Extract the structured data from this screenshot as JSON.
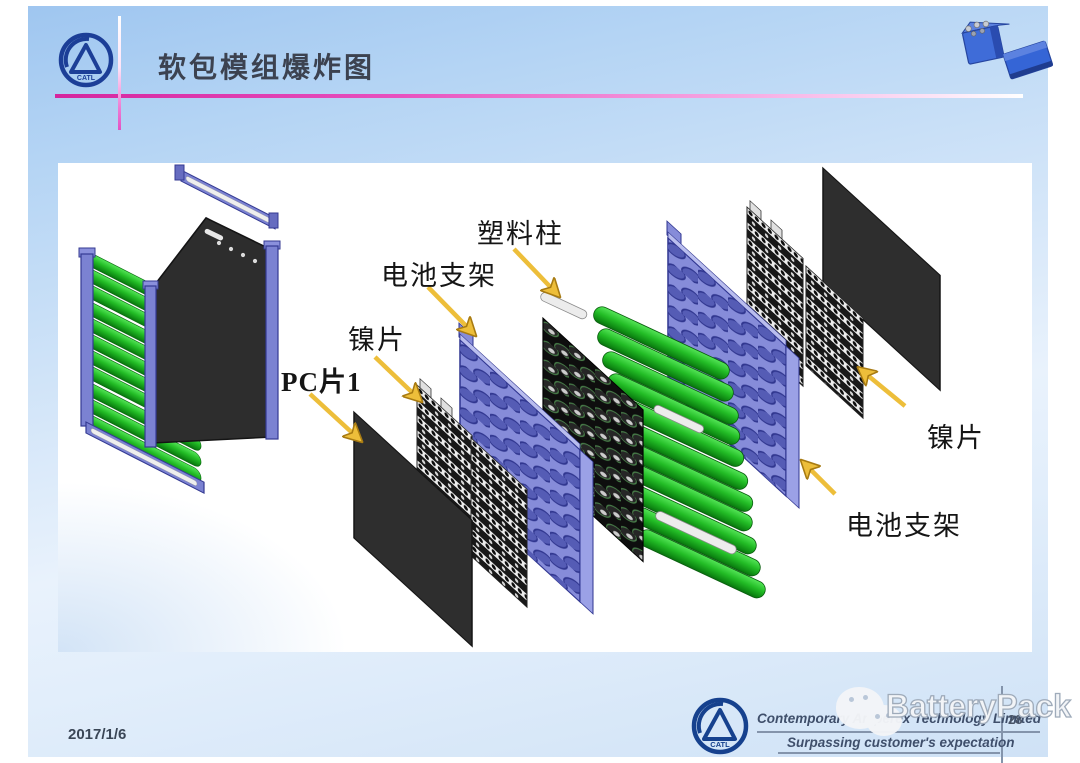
{
  "header": {
    "title": "软包模组爆炸图",
    "logo_text": "CATL"
  },
  "diagram": {
    "labels": {
      "plastic_pillar": "塑料柱",
      "cell_bracket_left": "电池支架",
      "nickel_sheet_left": "镍片",
      "pc_sheet_1": "PC片1",
      "nickel_sheet_right": "镍片",
      "cell_bracket_right": "电池支架"
    }
  },
  "footer": {
    "date": "2017/1/6",
    "company_line": "Contemporary Amperex Technology Limited",
    "tagline": "Surpassing customer's expectation",
    "page_number": "28",
    "logo_text": "CATL"
  },
  "watermark": {
    "text": "BatteryPack",
    "icon": "wechat-icon"
  },
  "colors": {
    "accent_magenta": "#e750be",
    "arrow_yellow": "#edbe3a",
    "cell_green": "#23bd26",
    "bracket_purple": "#868cd9",
    "logo_navy": "#1c3e97",
    "sheet_black": "#2e2e2e",
    "background_blue": "#b4d4f4"
  }
}
